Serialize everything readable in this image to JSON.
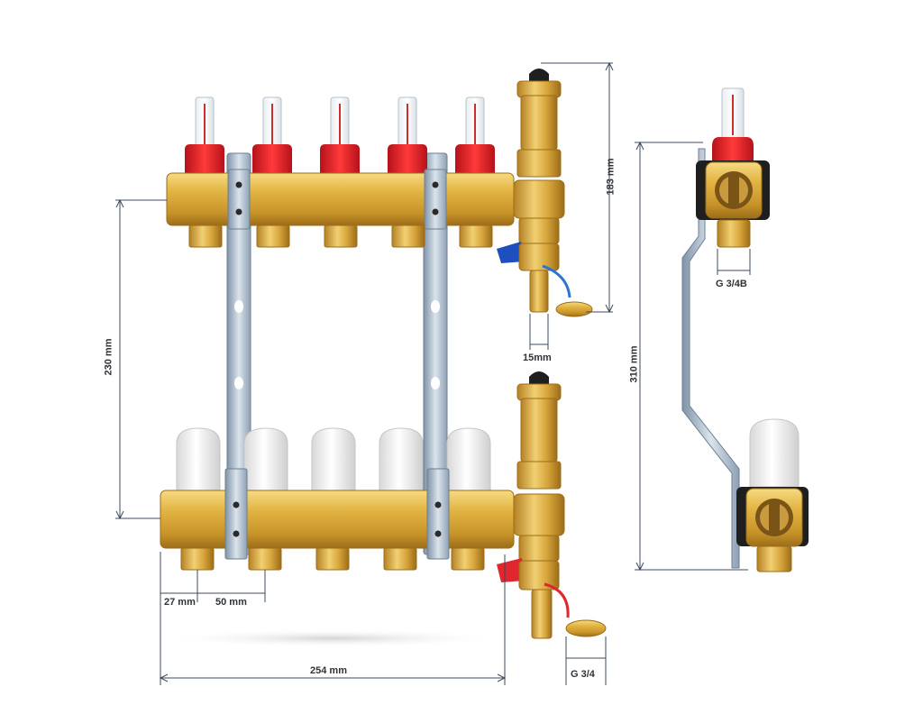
{
  "dimensions": {
    "height_manifold": "230 mm",
    "height_vent": "183 mm",
    "pipe_outlet": "15mm",
    "first_offset": "27 mm",
    "spacing": "50 mm",
    "total_width": "254 mm",
    "bottom_thread": "G 3/4",
    "side_height": "310 mm",
    "side_thread": "G 3/4B"
  },
  "colors": {
    "brass": "#d9a834",
    "brass_dark": "#a9781c",
    "brass_light": "#f2d27a",
    "red_cap": "#e2262f",
    "steel": "#a7b6c4",
    "dimension_line": "#3c4b5e"
  },
  "components": {
    "upper_caps": "red flow meter caps",
    "lower_caps": "white thermostatic caps",
    "side_view": "side profile of manifold with bracket"
  }
}
